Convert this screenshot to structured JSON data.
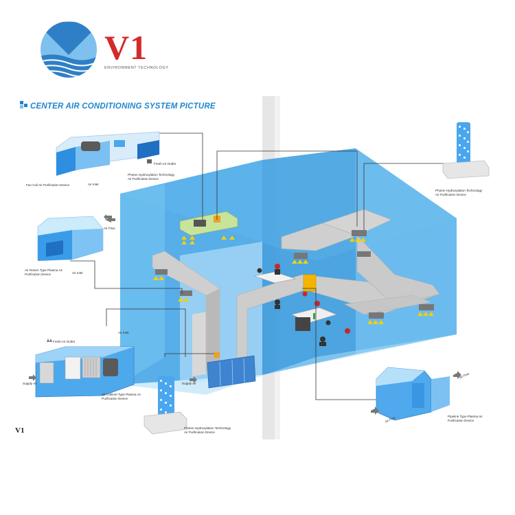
{
  "brand": {
    "name": "V1",
    "tagline": "ENVIRONMENT TECHNOLOGY",
    "logo_colors": {
      "blue": "#2f7fc6",
      "light_blue": "#7fc0ee",
      "red": "#d42a2a"
    }
  },
  "page": {
    "title": "CENTER AIR CONDITIONING SYSTEM PICTURE",
    "footer_brand": "V1",
    "accent_color": "#1f86cc",
    "room_color": "#43a7e8"
  },
  "devices": {
    "fan_coil": {
      "name_line1": "Fan Coil Air Purification Device",
      "air_inlet": "Air Inlet",
      "fresh_air_outlet": "Fresh Air Outlet"
    },
    "photon_top_center": {
      "name_line1": "Photon Hydroxylation Technology",
      "name_line2": "Air Purification Device"
    },
    "photon_top_right": {
      "name_line1": "Photon Hydroxylation Technology",
      "name_line2": "Air Purification Device"
    },
    "air_return": {
      "name_line1": "Air Return Type Plasma Air",
      "name_line2": "Purification Device",
      "air_flow": "Air Flow",
      "air_inlet": "Air Inlet"
    },
    "air_cabinet": {
      "name_line1": "Air Cabinet Type Plasma Air",
      "name_line2": "Purification Device",
      "fresh_air_outlet": "Fresh Air Outlet",
      "supply_air": "Supply Air",
      "air_inlet": "Air Inlet"
    },
    "photon_bottom": {
      "name_line1": "Photon Hydroxylation Technology",
      "name_line2": "Air Purification Device",
      "supply_air": "Supply Air"
    },
    "pipeline": {
      "name_line1": "Pipeline Type Plasma Air",
      "name_line2": "Purification Device",
      "air_flow_in": "Air Flow",
      "air_flow_out": "Air Flow"
    }
  }
}
